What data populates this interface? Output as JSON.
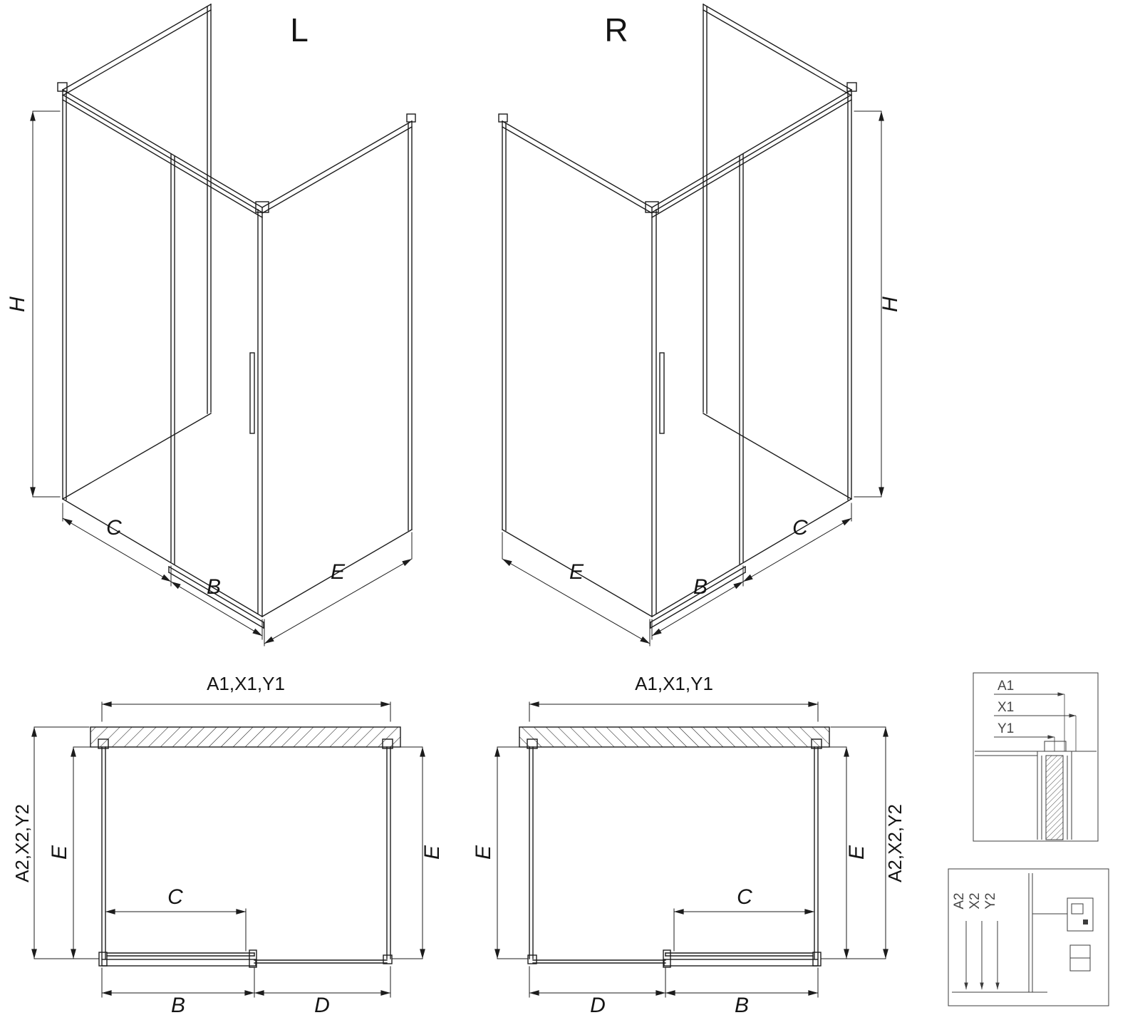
{
  "colors": {
    "background": "#ffffff",
    "line": "#1c1c1c",
    "detail_line": "#3c3c3c",
    "label": "#141414",
    "detail_label": "#474747"
  },
  "iso_left": {
    "title": "L",
    "height": "H",
    "fixed_width": "C",
    "door_width": "B",
    "side_width": "E"
  },
  "iso_right": {
    "title": "R",
    "height": "H",
    "fixed_width": "C",
    "door_width": "B",
    "side_width": "E"
  },
  "plan_left": {
    "width_top": "A1,X1,Y1",
    "depth_outer": "A2,X2,Y2",
    "depth_left": "E",
    "depth_right": "E",
    "opening": "C",
    "bottom_left": "B",
    "bottom_right": "D"
  },
  "plan_right": {
    "width_top": "A1,X1,Y1",
    "depth_outer": "A2,X2,Y2",
    "depth_left": "E",
    "depth_right": "E",
    "opening": "C",
    "bottom_left": "D",
    "bottom_right": "B"
  },
  "detail_width": {
    "dim1": "A1",
    "dim2": "X1",
    "dim3": "Y1"
  },
  "detail_depth": {
    "dim1": "A2",
    "dim2": "X2",
    "dim3": "Y2"
  }
}
